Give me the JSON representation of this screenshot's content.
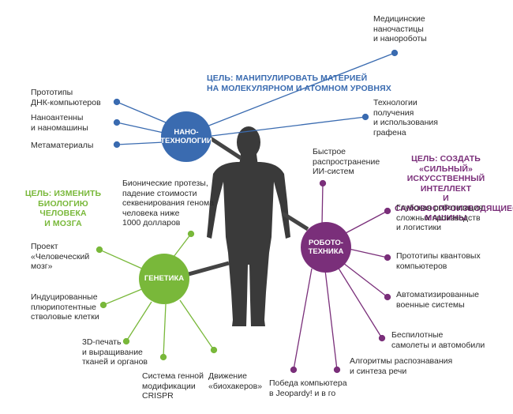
{
  "colors": {
    "nano": "#3a6bb0",
    "genetics": "#79b83a",
    "robotics": "#7a2f7a",
    "body": "#3a3a3a",
    "line": "#444444"
  },
  "hubs": {
    "nano": "НАНО-\nТЕХНОЛОГИИ",
    "genetics": "ГЕНЕТИКА",
    "robotics": "РОБОТО-\nТЕХНИКА"
  },
  "goals": {
    "nano": "ЦЕЛЬ: МАНИПУЛИРОВАТЬ МАТЕРИЕЙ\nНА МОЛЕКУЛЯРНОМ И АТОМНОМ УРОВНЯХ",
    "genetics": "ЦЕЛЬ: ИЗМЕНИТЬ\nБИОЛОГИЮ ЧЕЛОВЕКА\nИ МОЗГА",
    "robotics": "ЦЕЛЬ: СОЗДАТЬ «СИЛЬНЫЙ»\nИСКУССТВЕННЫЙ ИНТЕЛЛЕКТ\nИ САМОВОСПРОИЗВОДЯЩИЕСЯ\nМАШИНЫ"
  },
  "nano_items": [
    "Медицинские\nнаночастицы\nи нанороботы",
    "Технологии\nполучения\nи использования\nграфена",
    "Прототипы\nДНК-компьютеров",
    "Наноантенны\nи наномашины",
    "Метаматериалы"
  ],
  "genetics_items": [
    "Бионические протезы,\nпадение стоимости\nсеквенирования генома\nчеловека ниже\n1000 долларов",
    "Проект\n«Человеческий\nмозг»",
    "Индуцированные\nплюрипотентные\nстволовые клетки",
    "3D-печать\nи выращивание\nтканей и органов",
    "Система генной\nмодификации\nCRISPR",
    "Движение\n«биохакеров»"
  ],
  "robotics_items": [
    "Быстрое\nраспространение\nИИ-систем",
    "Глубокая роботизация\nсложных производств\nи логистики",
    "Прототипы квантовых\nкомпьютеров",
    "Автоматизированные\nвоенные системы",
    "Беспилотные\nсамолеты и автомобили",
    "Алгоритмы распознавания\nи синтеза речи",
    "Победа компьютера\nв Jeopardy! и в го"
  ]
}
